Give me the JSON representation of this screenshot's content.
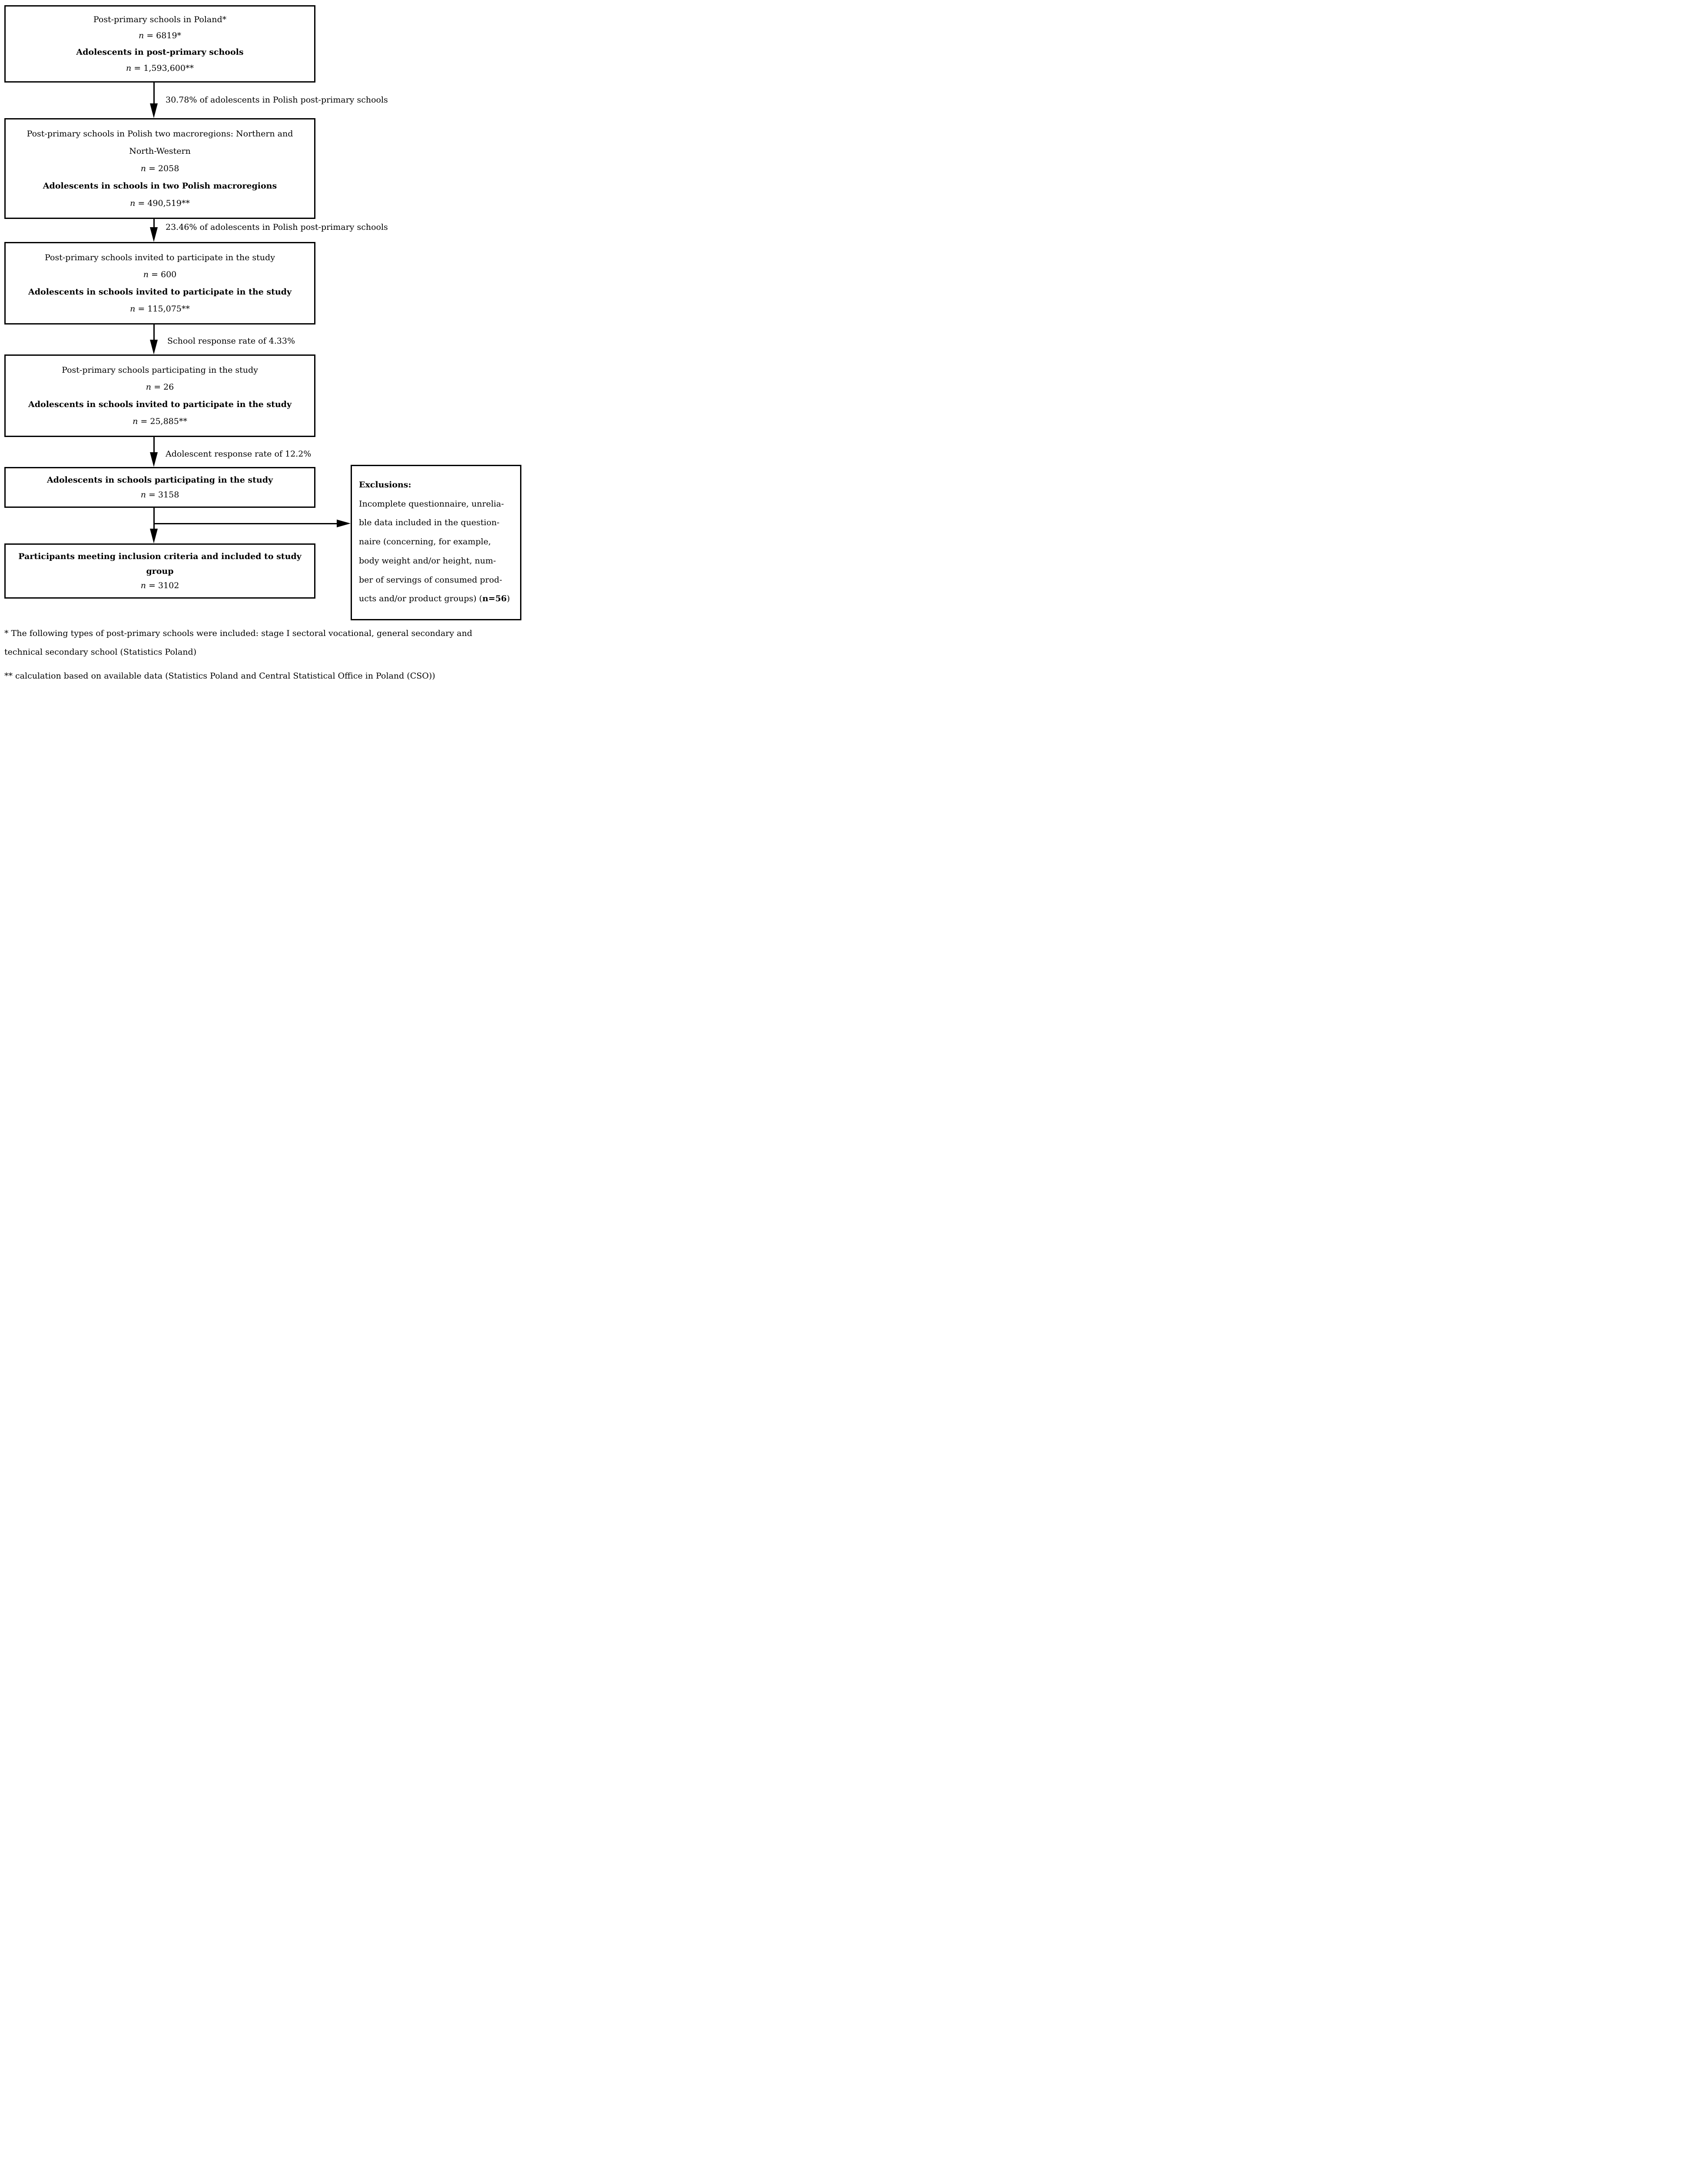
{
  "flow": {
    "box1": {
      "line1": "Post-primary schools in Poland*",
      "n1": "n",
      "n1v": " = 6819*",
      "line2": "Adolescents in post-primary schools",
      "n2": "n",
      "n2v": " = 1,593,600**"
    },
    "box2": {
      "line1a": "Post-primary schools in Polish two macroregions: Northern and",
      "line1b": "North-Western",
      "n1": "n",
      "n1v": " = 2058",
      "line2": "Adolescents in schools in two Polish macroregions",
      "n2": "n",
      "n2v": " = 490,519**"
    },
    "box3": {
      "line1": "Post-primary schools invited to participate in the study",
      "n1": "n",
      "n1v": " = 600",
      "line2": "Adolescents in schools invited to participate in the study",
      "n2": "n",
      "n2v": " = 115,075**"
    },
    "box4": {
      "line1": "Post-primary schools participating in the study",
      "n1": "n",
      "n1v": " = 26",
      "line2": "Adolescents in schools invited to participate in the study",
      "n2": "n",
      "n2v": " = 25,885**"
    },
    "box5": {
      "line1": "Adolescents in schools participating in the study",
      "n1": "n",
      "n1v": " = 3158"
    },
    "box6": {
      "line1a": "Participants meeting inclusion criteria and included to study",
      "line1b": "group",
      "n1": "n",
      "n1v": " = 3102"
    }
  },
  "edge_labels": {
    "e1": "30.78% of adolescents in Polish post-primary schools",
    "e2": "23.46% of adolescents in Polish post-primary schools",
    "e3": "School response rate of 4.33%",
    "e4": "Adolescent response rate of 12.2%"
  },
  "exclusions": {
    "title": "Exclusions:",
    "l1": "Incomplete questionnaire, unrelia-",
    "l2": "ble data included in the question-",
    "l3": "naire (concerning, for example,",
    "l4": "body weight and/or height, num-",
    "l5": "ber of servings of consumed prod-",
    "l6pre": "ucts and/or product groups) (",
    "l6bold": "n=56",
    "l6post": ")"
  },
  "footnotes": {
    "f1_line1": "* The following types of post-primary schools were included: stage I sectoral vocational, general secondary and",
    "f1_line2": "technical secondary school (Statistics Poland)",
    "f2": "** calculation based on available data (Statistics Poland and Central Statistical Office in Poland (CSO))"
  },
  "colors": {
    "ink": "#000000",
    "background": "#ffffff"
  }
}
